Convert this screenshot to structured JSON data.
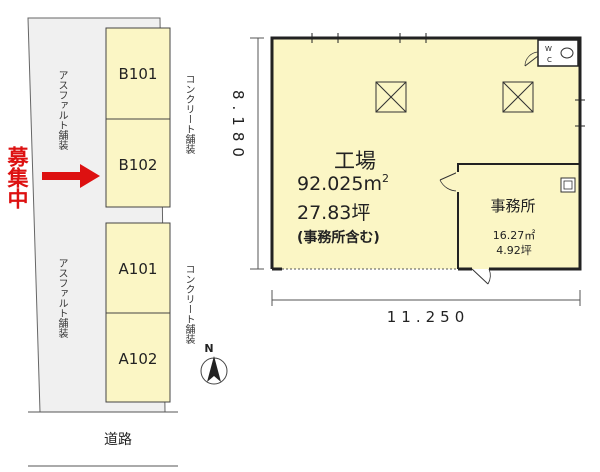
{
  "site_plan": {
    "units": [
      "B101",
      "B102",
      "A101",
      "A102"
    ],
    "recruiting_label": "募集中",
    "asphalt_label": "アスファルト舗装",
    "concrete_label": "コンクリート舗装",
    "road_label": "道路",
    "north_label": "N"
  },
  "floor_plan": {
    "factory_label": "工場",
    "factory_area_m2_value": "92.025m",
    "factory_area_m2_sup": "2",
    "factory_area_tsubo": "27.83坪",
    "factory_note": "(事務所含む)",
    "office_label": "事務所",
    "office_area_m2": "16.27㎡",
    "office_area_tsubo": "4.92坪",
    "wc_label_w": "W",
    "wc_label_c": "C",
    "width_dim": "11.250",
    "depth_dim": "8.180"
  },
  "colors": {
    "parking": "#fbf6c5",
    "floor": "#fbf6c5",
    "ground": "#f0f0f0",
    "arrow": "#dd1111"
  }
}
